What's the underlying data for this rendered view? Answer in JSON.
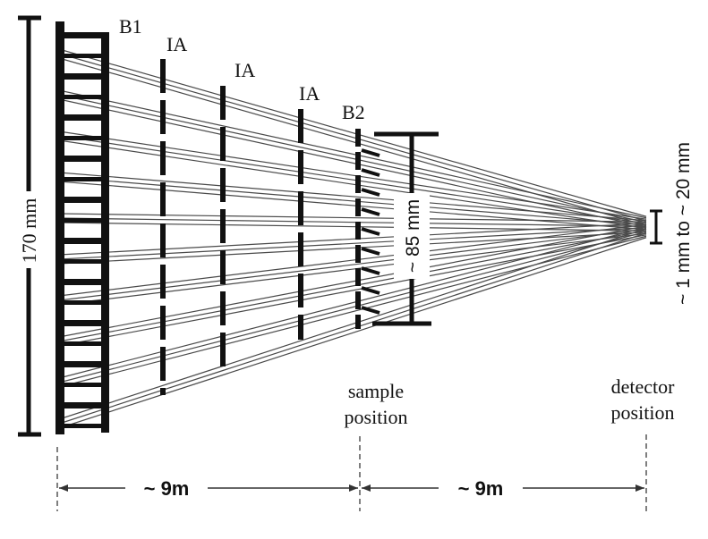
{
  "labels": {
    "b1": "B1",
    "ia": "IA",
    "b2": "B2",
    "size_170": "170 mm",
    "size_85": "~ 85 mm",
    "focus_range": "~ 1 mm to ~ 20 mm",
    "sample_line1": "sample",
    "sample_line2": "position",
    "detector_line1": "detector",
    "detector_line2": "position",
    "dist_left": "~ 9m",
    "dist_right": "~ 9m"
  },
  "colors": {
    "ink": "#111111",
    "beam": "#4a4a4a"
  }
}
